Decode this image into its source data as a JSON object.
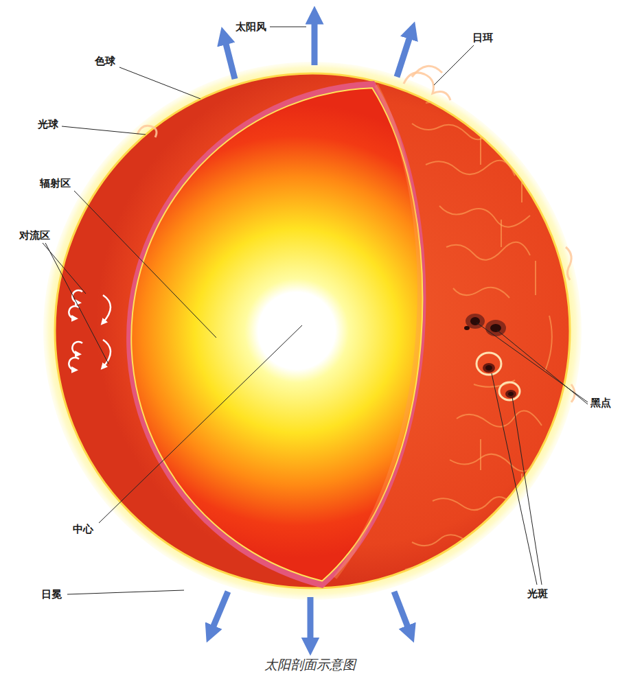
{
  "diagram": {
    "caption": "太阳剖面示意图",
    "labels": [
      "太阳风",
      "日珥",
      "色球",
      "光球",
      "辐射区",
      "对流区",
      "中心",
      "黑点",
      "光斑",
      "日冕"
    ]
  }
}
